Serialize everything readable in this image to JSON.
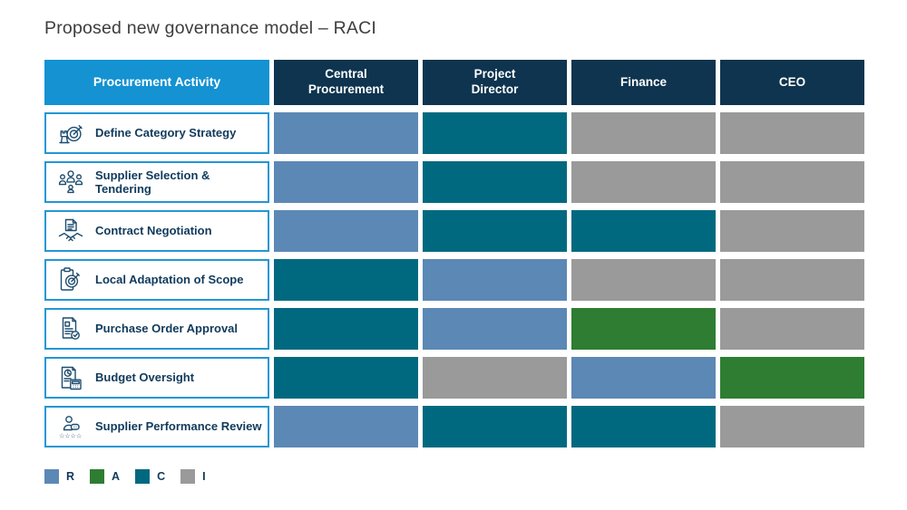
{
  "title": "Proposed new governance model – RACI",
  "colors": {
    "R": "#5C88B5",
    "A": "#2E7D32",
    "C": "#01697F",
    "I": "#9A9A9A",
    "activity_header_bg": "#1492d2",
    "column_header_bg": "#0e344f",
    "label_border": "#2397d4",
    "label_text": "#103a5c",
    "icon_stroke": "#1d4d70",
    "title_text": "#3d3d3d"
  },
  "table": {
    "activity_header": "Procurement Activity",
    "columns": [
      "Central Procurement",
      "Project Director",
      "Finance",
      "CEO"
    ],
    "rows": [
      {
        "label": "Define Category Strategy",
        "icon": "strategy-target-icon",
        "raci": [
          "R",
          "C",
          "I",
          "I"
        ]
      },
      {
        "label": "Supplier Selection & Tendering",
        "icon": "supplier-people-icon",
        "raci": [
          "R",
          "C",
          "I",
          "I"
        ]
      },
      {
        "label": "Contract Negotiation",
        "icon": "contract-handshake-icon",
        "raci": [
          "R",
          "C",
          "C",
          "I"
        ]
      },
      {
        "label": "Local Adaptation of Scope",
        "icon": "clipboard-target-icon",
        "raci": [
          "C",
          "R",
          "I",
          "I"
        ]
      },
      {
        "label": "Purchase Order Approval",
        "icon": "purchase-order-check-icon",
        "raci": [
          "C",
          "R",
          "A",
          "I"
        ]
      },
      {
        "label": "Budget Oversight",
        "icon": "budget-calculator-icon",
        "raci": [
          "C",
          "I",
          "R",
          "A"
        ]
      },
      {
        "label": "Supplier Performance Review",
        "icon": "performance-review-icon",
        "raci": [
          "R",
          "C",
          "C",
          "I"
        ]
      }
    ]
  },
  "legend": [
    "R",
    "A",
    "C",
    "I"
  ]
}
